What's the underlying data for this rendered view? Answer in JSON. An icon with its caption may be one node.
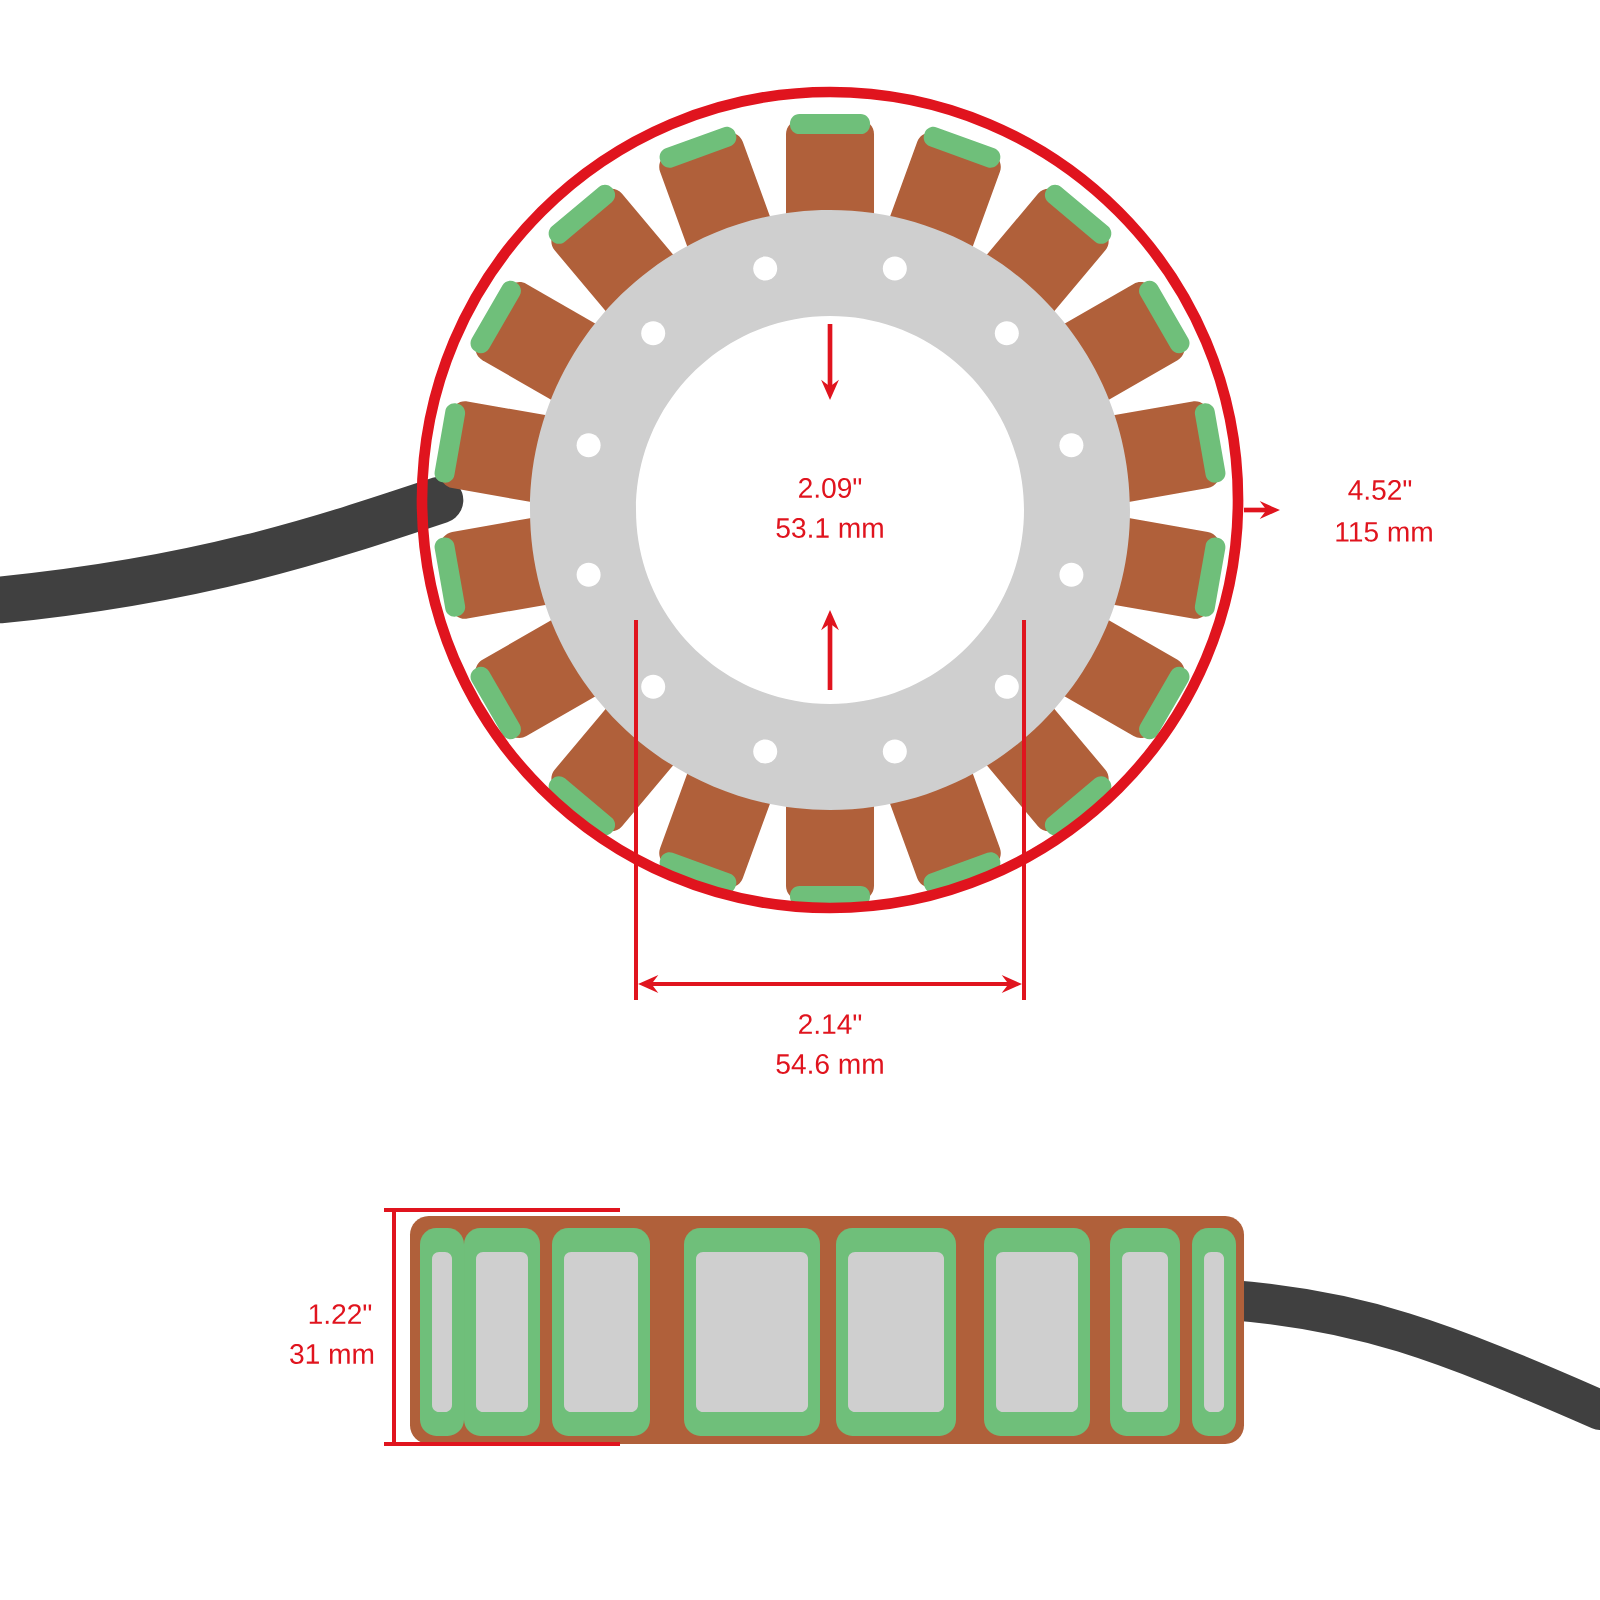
{
  "diagram": {
    "labels": [
      "2.09\"",
      "53.1 mm",
      "4.52\"",
      "115 mm",
      "2.14\"",
      "54.6 mm",
      "1.22\"",
      "31 mm"
    ]
  }
}
